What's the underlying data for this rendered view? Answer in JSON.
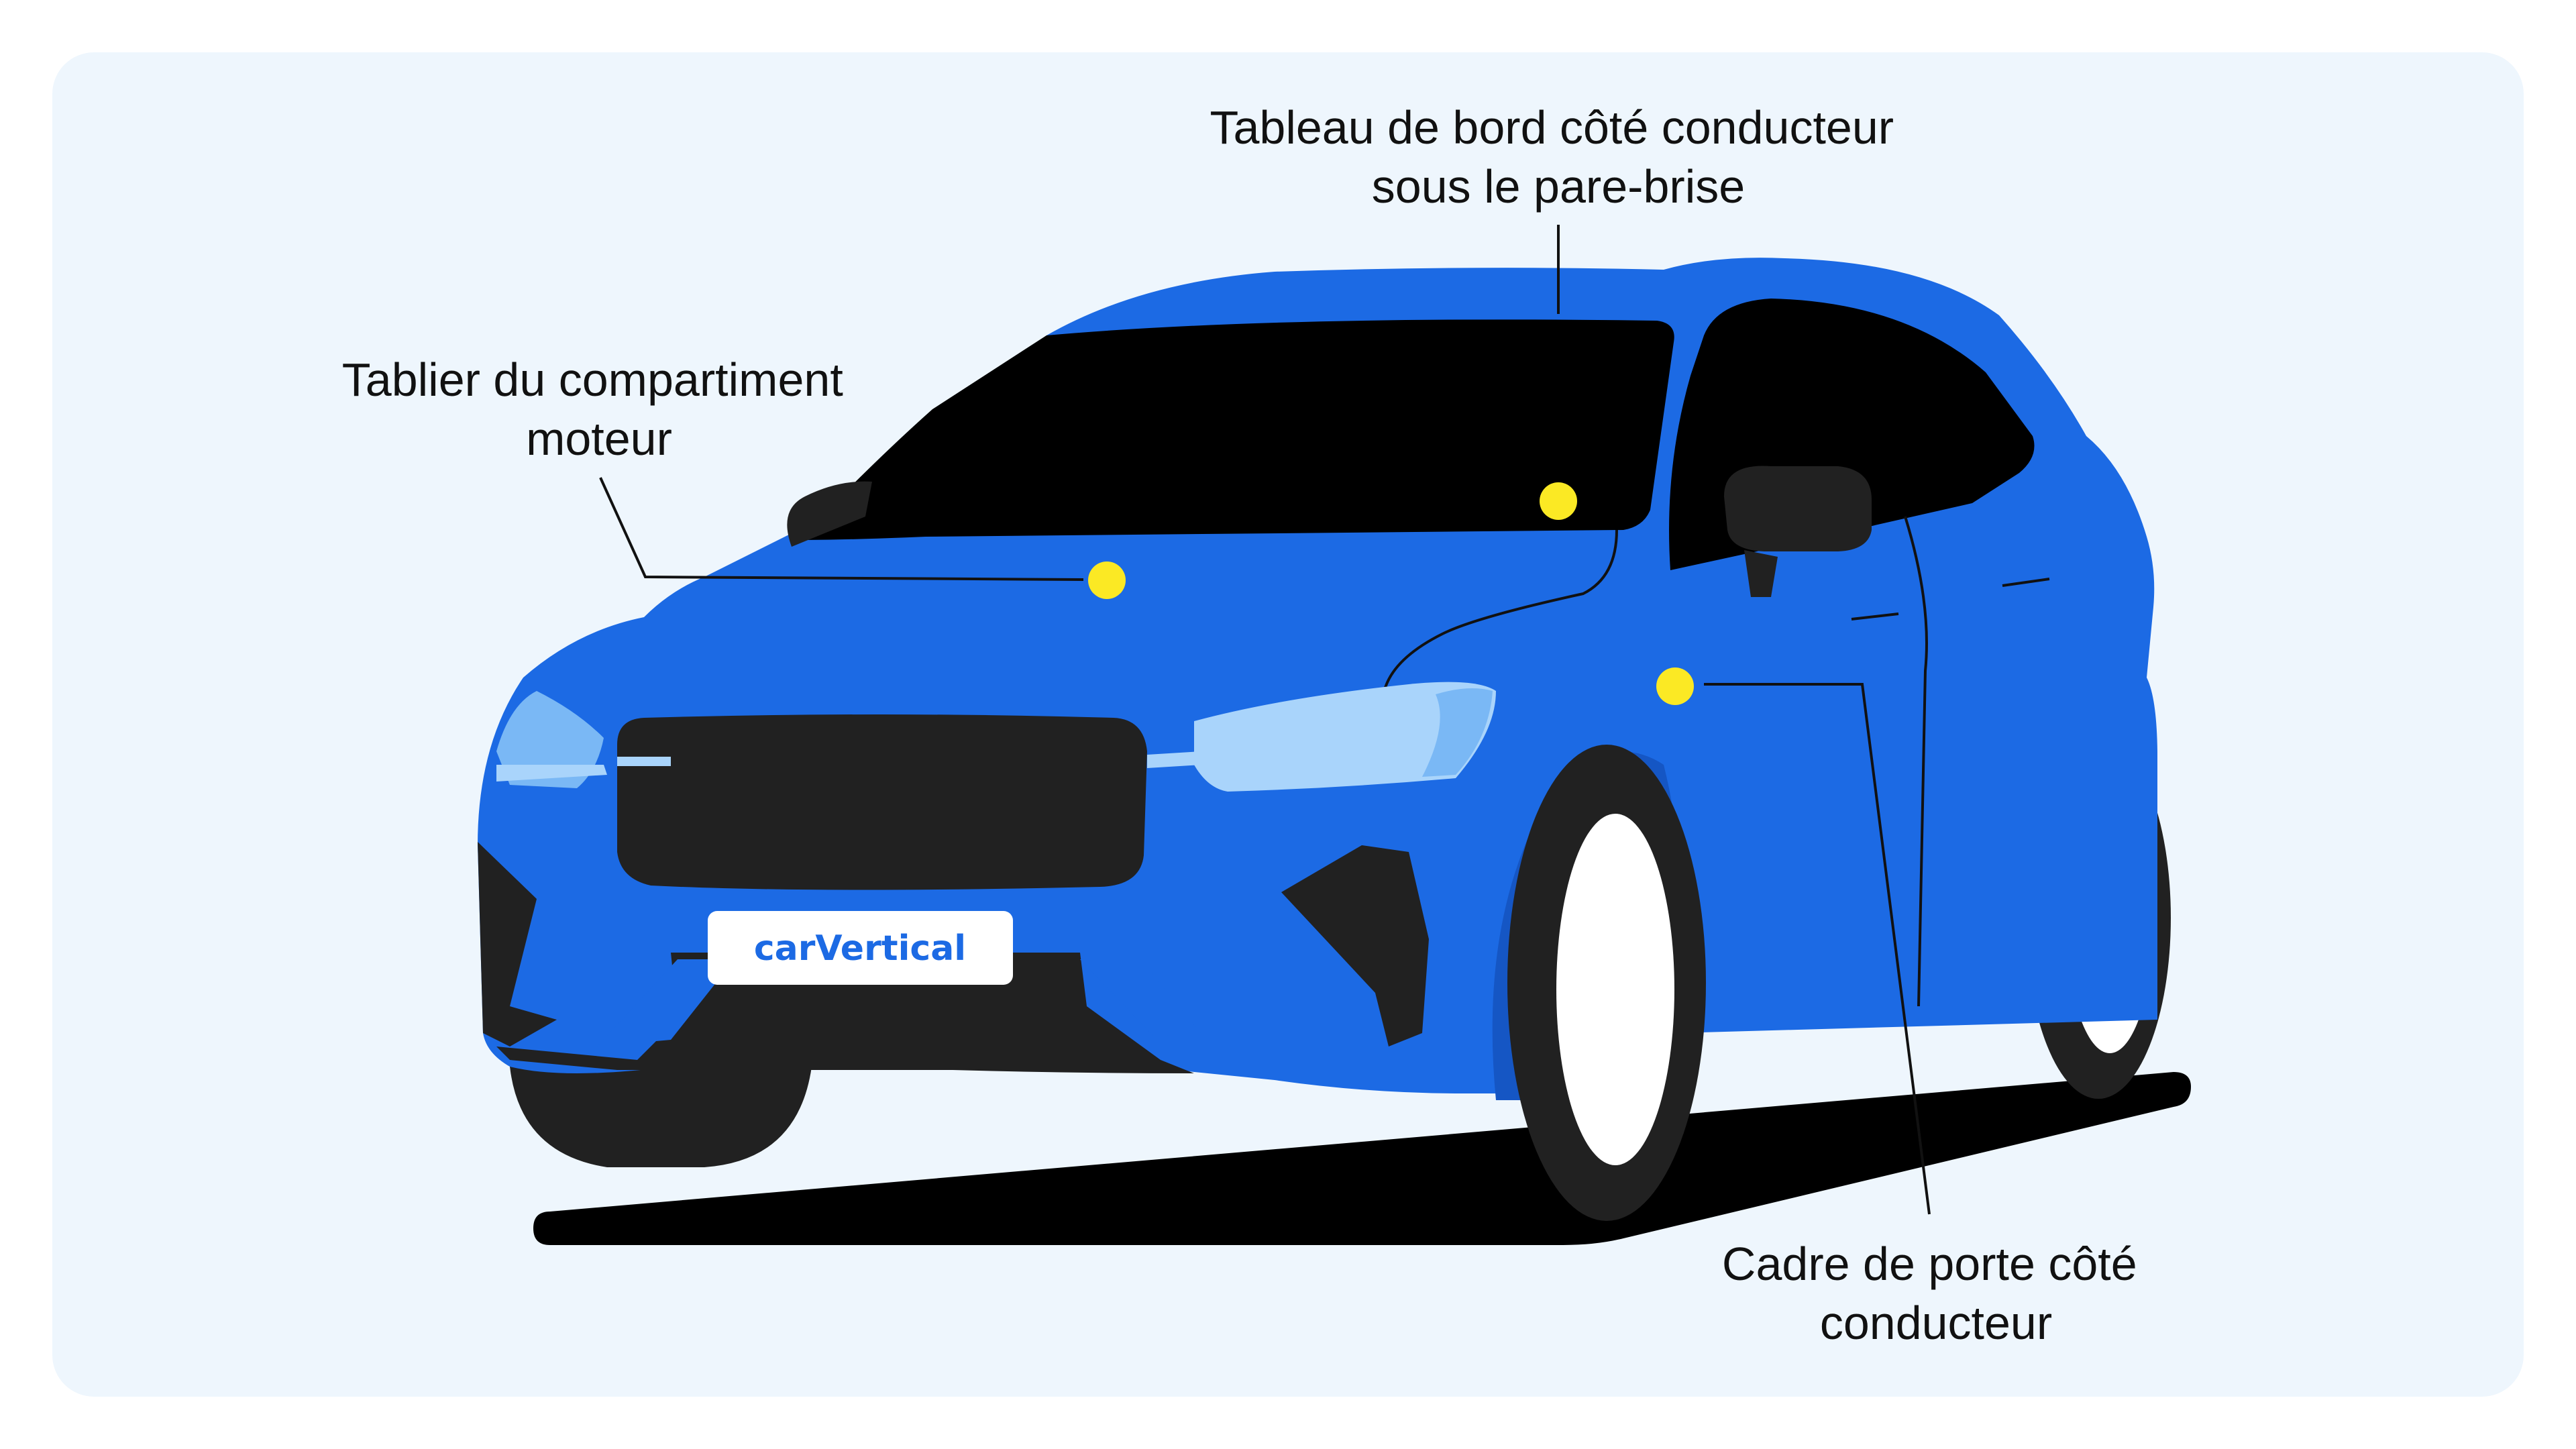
{
  "colors": {
    "background": "#eef6fd",
    "car_body": "#1c6ae4",
    "car_dark": "#212121",
    "glass": "#000000",
    "headlight": "#a9d4fb",
    "headlight_light": "#7ab8f5",
    "marker": "#fbe924",
    "wheel_rim": "#ffffff",
    "plate": "#ffffff",
    "plate_text": "#1c6ae4"
  },
  "icons": {
    "car": "suv-car-front-three-quarter-icon",
    "marker": "yellow-dot-marker-icon"
  },
  "brand": {
    "logo_text": "carVertical"
  },
  "labels": {
    "dashboard": {
      "line1": "Tableau de bord côté conducteur",
      "line2": "sous le pare-brise"
    },
    "engine_bay": {
      "line1": "Tablier du compartiment",
      "line2": "moteur"
    },
    "door_frame": {
      "line1": "Cadre de porte côté",
      "line2": "conducteur"
    }
  }
}
